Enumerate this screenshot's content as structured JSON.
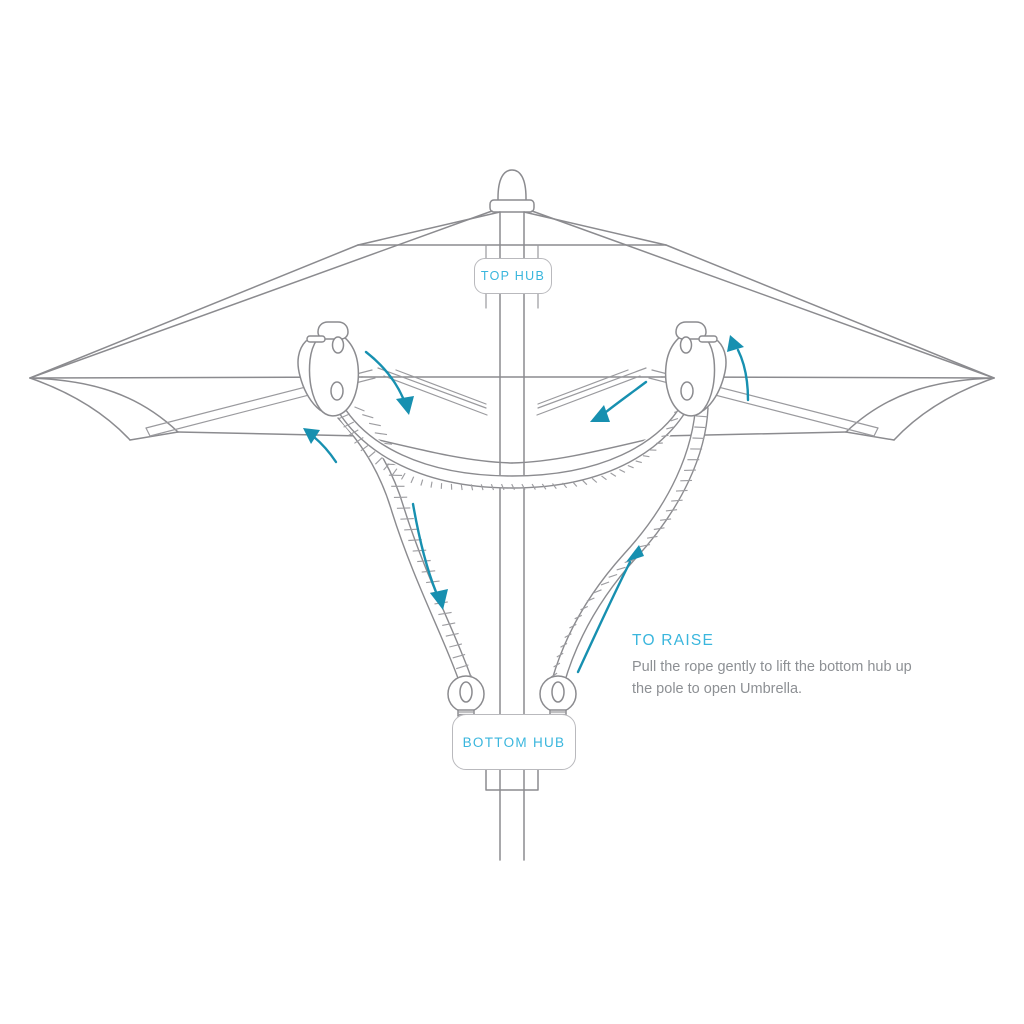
{
  "diagram": {
    "title": "Umbrella Raising Instructions",
    "subject": "market patio umbrella, rope-and-pulley lift mechanism",
    "background_color": "#ffffff",
    "line_color": "#8b8b8f",
    "accent_color": "#3ab6dd",
    "arrow_color": "#1790b0",
    "body_text_color": "#8d9094"
  },
  "callouts": {
    "top_hub": {
      "label": "TOP HUB",
      "description": "fixed hub at the top of the pole where the canopy ribs attach"
    },
    "bottom_hub": {
      "label": "BOTTOM HUB",
      "description": "sliding hub that travels up the pole to open the canopy"
    }
  },
  "instruction": {
    "heading": "TO RAISE",
    "body": "Pull the rope gently to lift the bottom hub up the pole to open Umbrella."
  },
  "parts": {
    "finial": "finial-cap",
    "pole": "center-pole",
    "canopy": "canopy-fabric",
    "ribs": "support-ribs",
    "left_pulley": "left-pulley-block",
    "right_pulley": "right-pulley-block",
    "rope": "lift-rope",
    "left_eyelet": "left-rope-eyelet",
    "right_eyelet": "right-rope-eyelet"
  },
  "arrows": [
    {
      "name": "rope-direction-left-down",
      "direction": "down",
      "meaning": "rope travels downward on the left side"
    },
    {
      "name": "rope-direction-left-lower-down",
      "direction": "down",
      "meaning": "rope continues down toward the bottom hub"
    },
    {
      "name": "rope-direction-left-up",
      "direction": "up-left",
      "meaning": "rope feeds up into the left pulley"
    },
    {
      "name": "rope-direction-right-up",
      "direction": "up",
      "meaning": "pull direction to raise the bottom hub"
    },
    {
      "name": "rope-direction-right-inward",
      "direction": "down-left",
      "meaning": "rope runs inward across the canopy"
    },
    {
      "name": "rope-direction-right-top-up",
      "direction": "up",
      "meaning": "rope feeds up into the right pulley"
    }
  ]
}
